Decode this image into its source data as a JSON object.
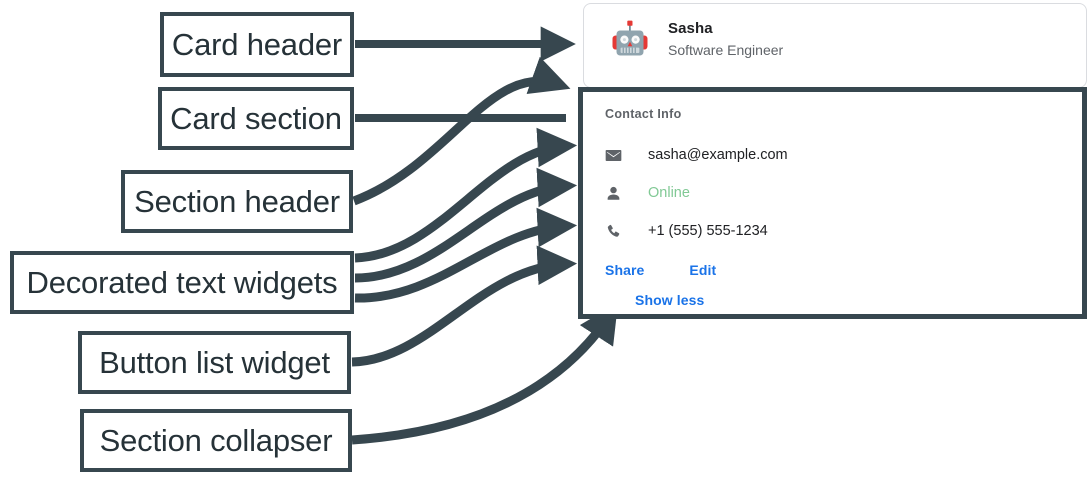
{
  "theme": {
    "annotation_color": "#37474f",
    "link_color": "#1a73e8",
    "status_online_color": "#81c995",
    "muted_text_color": "#5f6368",
    "primary_text_color": "#202124",
    "card_border_color": "#dadce0"
  },
  "annotations": [
    {
      "id": "card-header",
      "label": "Card header"
    },
    {
      "id": "card-section",
      "label": "Card section"
    },
    {
      "id": "section-header",
      "label": "Section header"
    },
    {
      "id": "decorated-text",
      "label": "Decorated text widgets"
    },
    {
      "id": "button-list",
      "label": "Button list widget"
    },
    {
      "id": "section-collapser",
      "label": "Section collapser"
    }
  ],
  "card": {
    "header": {
      "avatar_icon": "robot-avatar-icon",
      "title": "Sasha",
      "subtitle": "Software Engineer"
    },
    "section": {
      "header": "Contact Info",
      "rows": [
        {
          "icon": "email-icon",
          "text": "sasha@example.com",
          "status": false
        },
        {
          "icon": "person-icon",
          "text": "Online",
          "status": true
        },
        {
          "icon": "phone-icon",
          "text": "+1 (555) 555-1234",
          "status": false
        }
      ],
      "buttons": [
        {
          "label": "Share"
        },
        {
          "label": "Edit"
        }
      ],
      "collapser": {
        "label": "Show less"
      }
    }
  }
}
